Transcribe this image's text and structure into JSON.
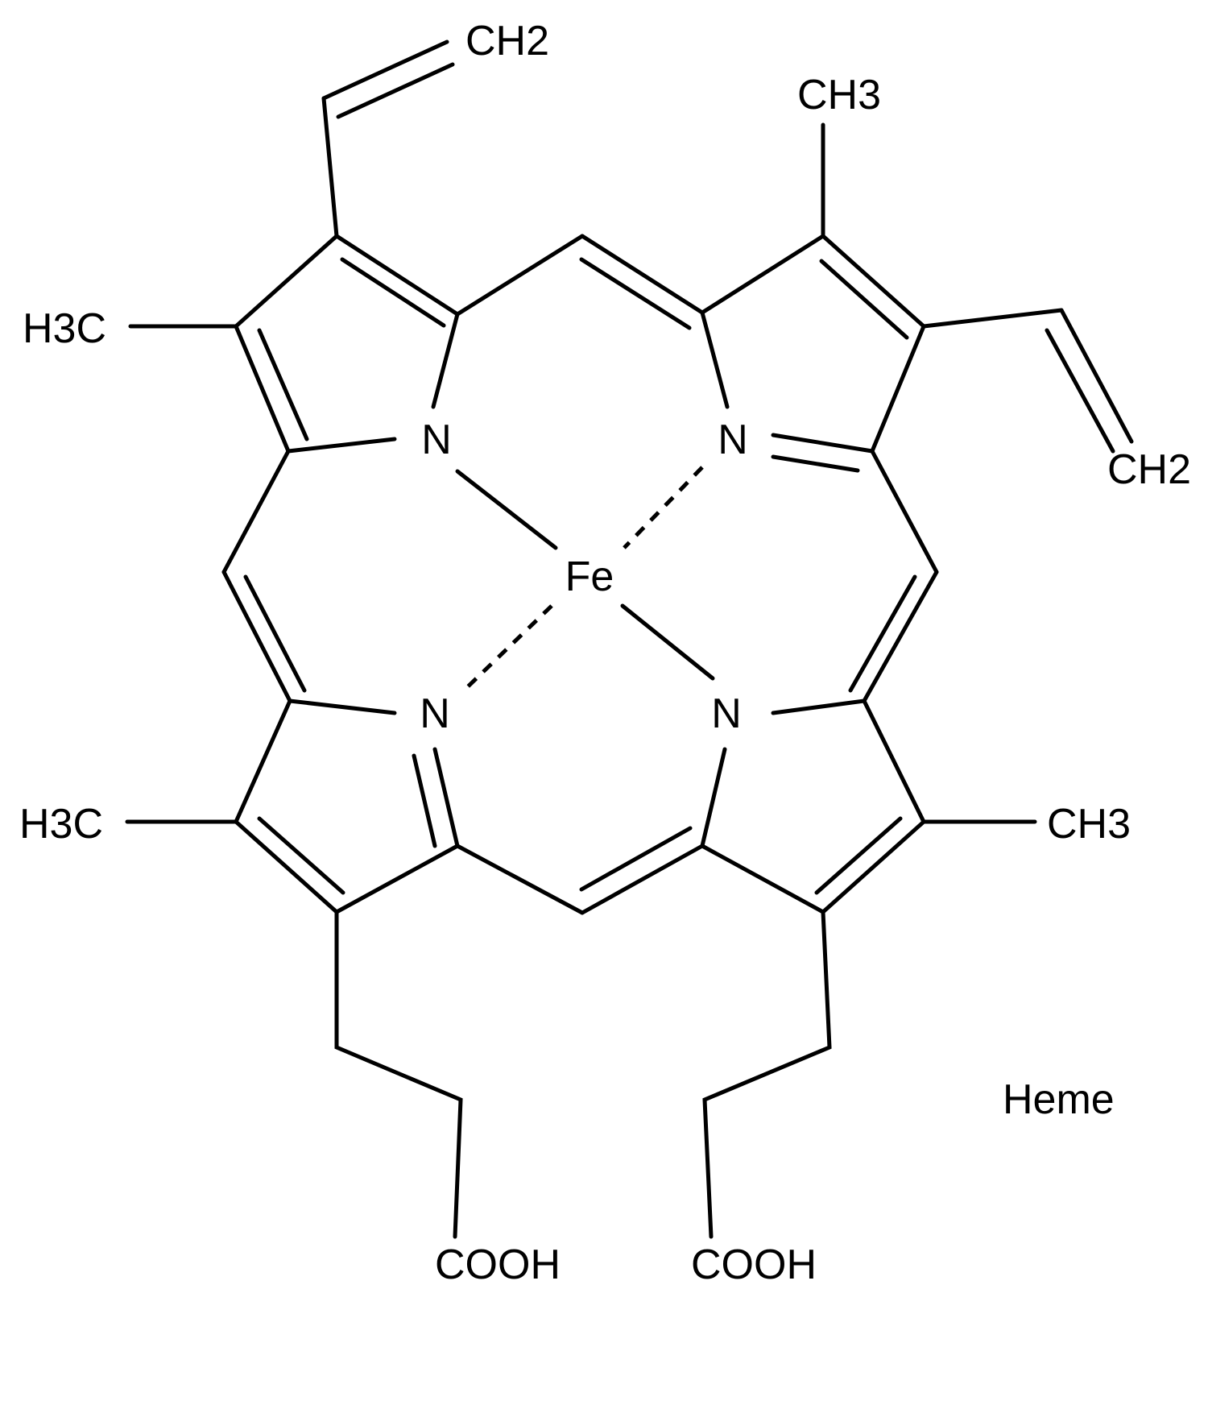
{
  "labels": {
    "ch2_top": "CH2",
    "ch3_top": "CH3",
    "h3c_upper_left": "H3C",
    "ch2_right": "CH2",
    "n_top_left": "N",
    "n_top_right": "N",
    "fe": "Fe",
    "n_bottom_left": "N",
    "n_bottom_right": "N",
    "h3c_lower_left": "H3C",
    "ch3_lower_right": "CH3",
    "cooh_left": "COOH",
    "cooh_right": "COOH",
    "caption": "Heme"
  },
  "colors": {
    "ink": "#000000",
    "background": "#ffffff"
  }
}
